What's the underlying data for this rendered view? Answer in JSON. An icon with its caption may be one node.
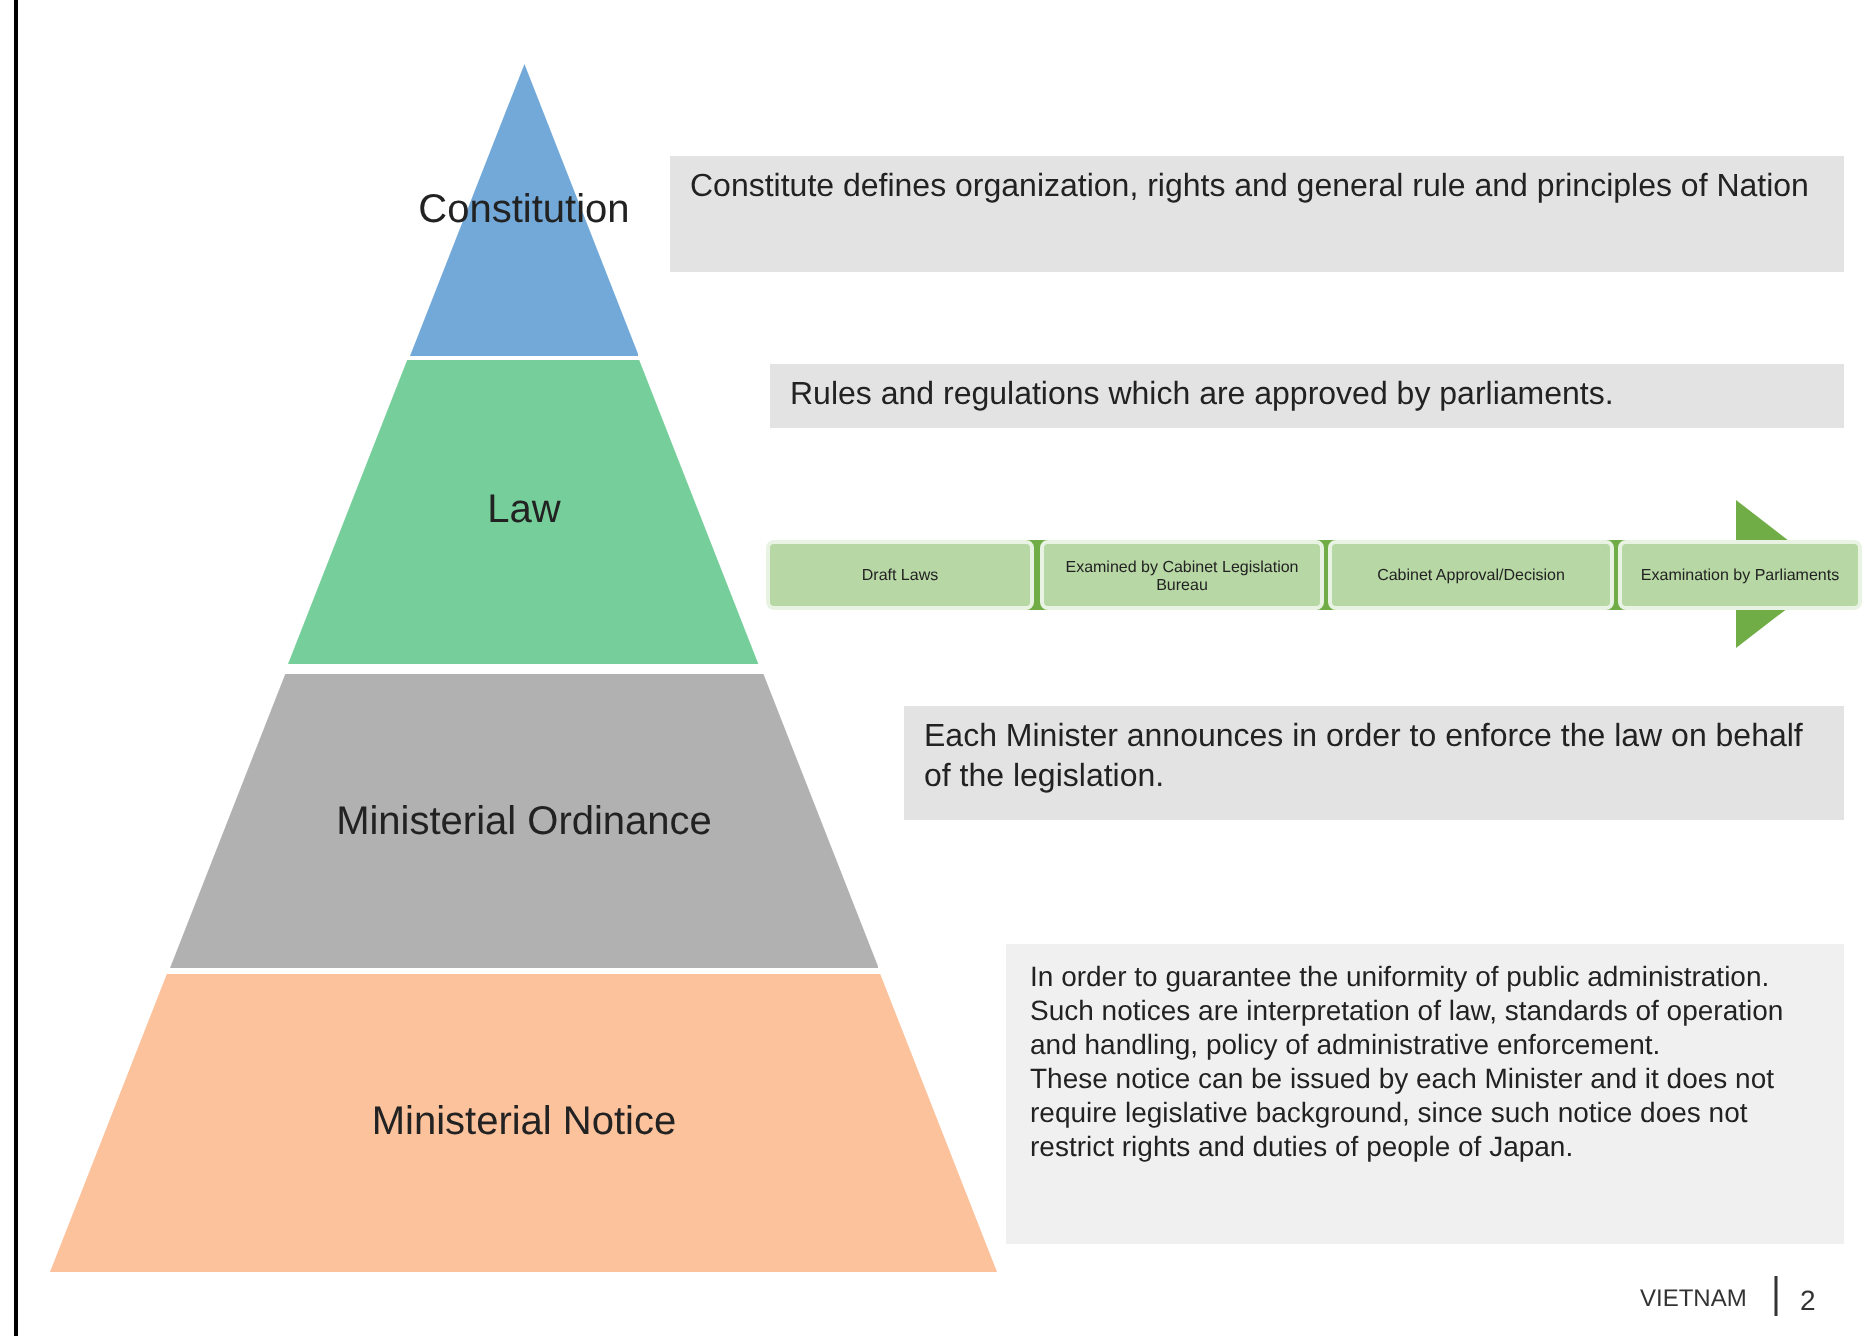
{
  "diagram": {
    "nodes": [
      {
        "text": [
          "Constitution"
        ]
      },
      {
        "text": [
          "Law"
        ]
      },
      {
        "text": [
          "Ministerial Ordinance"
        ]
      },
      {
        "text": [
          "Ministerial Notice"
        ]
      },
      {
        "text": [
          "Constitute defines organization, rights and general rule and principles of Nation"
        ]
      },
      {
        "text": [
          "Rules and regulations which are approved by parliaments."
        ]
      },
      {
        "text": [
          "Draft Laws"
        ]
      },
      {
        "text": [
          "Examined by Cabinet Legislation Bureau"
        ]
      },
      {
        "text": [
          "Cabinet Approval/Decision"
        ]
      },
      {
        "text": [
          "Examination by Parliaments"
        ]
      },
      {
        "text": [
          "Each Minister announces in order to enforce the law on behalf of the legislation."
        ]
      },
      {
        "text": [
          "In order to guarantee the uniformity of public administration. Such notices are interpretation of law, standards of operation and handling, policy of administrative enforcement.",
          "These notice can be issued by each Minister and it does not require legislative background, since such notice does not restrict rights and duties of people of Japan."
        ]
      }
    ],
    "edges": [],
    "labels": [
      "VIETNAM",
      "2"
    ]
  }
}
